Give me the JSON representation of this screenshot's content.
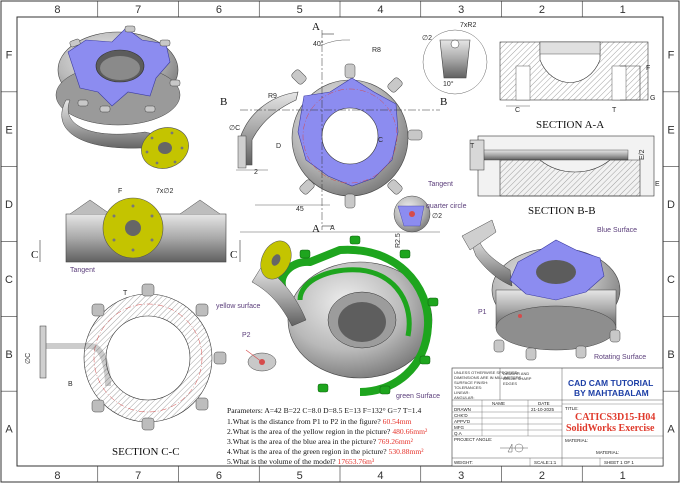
{
  "border": {
    "columns": [
      "8",
      "7",
      "6",
      "5",
      "4",
      "3",
      "2",
      "1"
    ],
    "rows": [
      "F",
      "E",
      "D",
      "C",
      "B",
      "A"
    ]
  },
  "views": {
    "section_aa": "SECTION A-A",
    "section_bb": "SECTION B-B",
    "section_cc": "SECTION C-C",
    "cut_a": "A",
    "cut_b": "B",
    "cut_c": "C"
  },
  "callouts": {
    "tangent_top": "Tangent",
    "tangent_left": "Tangent",
    "quarter_circle": "quarter circle",
    "blue_surface": "Blue Surface",
    "yellow_surface": "yellow surface",
    "green_surface": "green Surface",
    "rotating_surface": "Rotating Surface",
    "p1": "P1",
    "p2": "P2"
  },
  "dimensions": {
    "angle_40": "40°",
    "r8": "R8",
    "r9": "R9",
    "c": "C",
    "d": "D",
    "dim_2": "2",
    "dim_45": "45",
    "a": "A",
    "seven_x_r2": "7xR2",
    "dia_2": "∅2",
    "ten": "10°",
    "r2_5": "R2.5",
    "seven_x_dia2": "7x∅2",
    "t": "T",
    "e_half": "E/2",
    "e": "E",
    "f": "F",
    "g": "G",
    "diaC": "∅C",
    "b": "B"
  },
  "parameters": "Parameters: A=42  B=22  C=8.0  D=8.5  E=13  F=132°  G=7  T=1.4",
  "questions": [
    {
      "text": "1.What is the distance from P1 to P2 in the figure?",
      "answer": "60.54mm"
    },
    {
      "text": "2.What is the area of the yellow region in the picture?",
      "answer": "480.66mm²"
    },
    {
      "text": "3.What is the area of the blue area in the picture?",
      "answer": "769.26mm²"
    },
    {
      "text": "4.What is the area of the green region in the picture?",
      "answer": "530.88mm²"
    },
    {
      "text": "5.What is the volume of the model?",
      "answer": "17653.76m³"
    }
  ],
  "title_block": {
    "notes": [
      "UNLESS OTHERWISE SPECIFIED:",
      "DIMENSIONS ARE IN MILLIMETERS",
      "SURFACE FINISH:",
      "TOLERANCES:",
      "LINEAR:",
      "ANGULAR:"
    ],
    "deburr": [
      "DEBURR AND",
      "BREAK SHARP",
      "EDGES"
    ],
    "name_header": "NAME",
    "date_header": "DATE",
    "rows": [
      "DRAWN",
      "CHK'D",
      "APPV'D",
      "MFG",
      "Q.A"
    ],
    "drawn_date": "21-10-2025",
    "brand_line1": "CAD CAM TUTORIAL",
    "brand_line2": "BY MAHTABALAM",
    "title_label": "TITLE:",
    "part_code": "CATICS3D15-H04",
    "part_name": "SolidWorks Exercise",
    "project_angle": "PROJECT ANGLE:",
    "material_label": "MATERIAL:",
    "material_value": "MATERIAL:",
    "weight": "WEIGHT:",
    "scale": "SCALE:1:1",
    "sheet": "SHEET 1 OF 1"
  },
  "colors": {
    "blue_surface": "#8c8cf0",
    "yellow_surface": "#c4c400",
    "green_surface": "#1ea51e",
    "metal": "#b8b8b8",
    "metal_dark": "#6d6d6d",
    "answer": "#e5322a",
    "hatch": "#8a8a8a",
    "label": "#5a3d7a"
  }
}
